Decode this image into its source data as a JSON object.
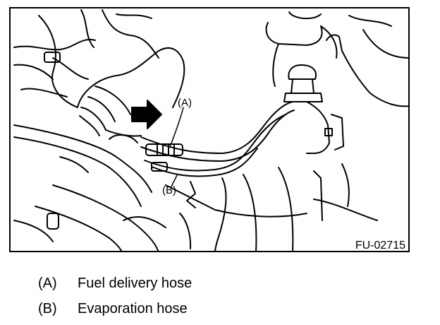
{
  "figure": {
    "code": "FU-02715",
    "callouts": [
      {
        "letter": "(A)",
        "label": "Fuel delivery hose"
      },
      {
        "letter": "(B)",
        "label": "Evaporation hose"
      }
    ]
  }
}
